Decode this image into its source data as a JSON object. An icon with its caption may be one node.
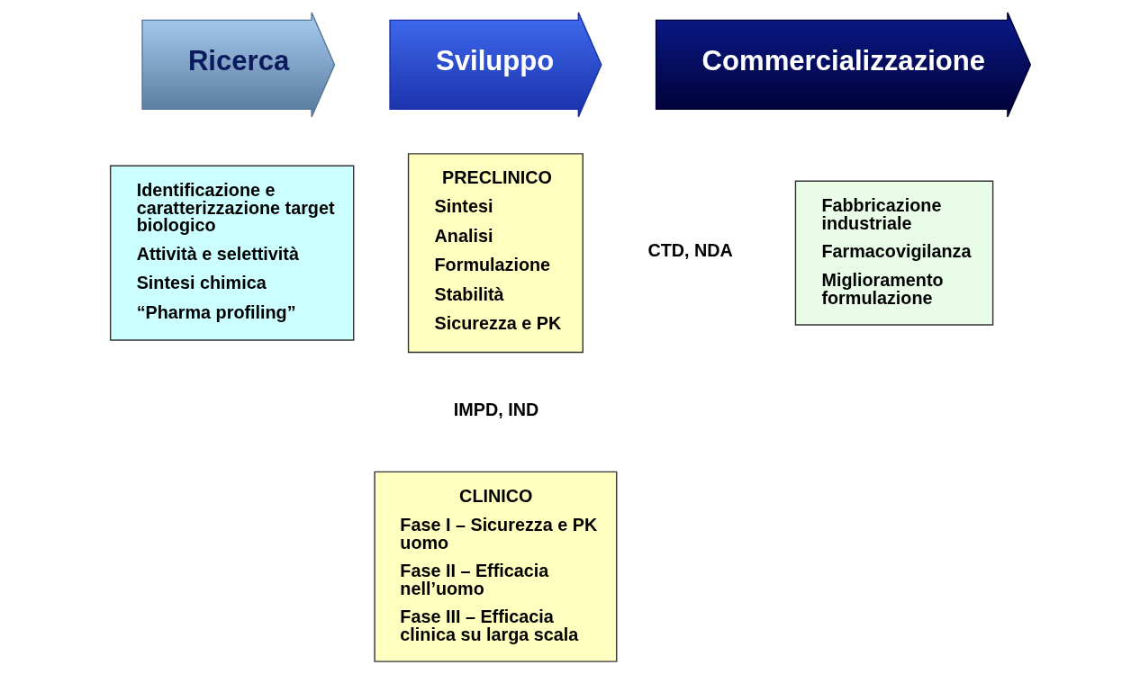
{
  "diagram": {
    "nodes": [
      {
        "text": [
          "Ricerca"
        ]
      },
      {
        "text": [
          "Sviluppo"
        ]
      },
      {
        "text": [
          "Commercializzazione"
        ]
      },
      {
        "text": [
          "Identificazione e caratterizzazione target biologico",
          "Attività e selettività",
          "Sintesi chimica",
          "“Pharma profiling”"
        ]
      },
      {
        "text": [
          "PRECLINICO",
          "Sintesi",
          "Analisi",
          "Formulazione",
          "Stabilità",
          "Sicurezza e PK"
        ]
      },
      {
        "text": [
          "CLINICO",
          "Fase I – Sicurezza e PK uomo",
          "Fase II – Efficacia nell’uomo",
          "Fase III – Efficacia clinica su larga scala"
        ]
      },
      {
        "text": [
          "Fabbricazione industriale",
          "Farmacovigilanza",
          "Miglioramento formulazione"
        ]
      }
    ],
    "edges": [],
    "labels": [
      "IMPD, IND",
      "CTD, NDA"
    ]
  }
}
